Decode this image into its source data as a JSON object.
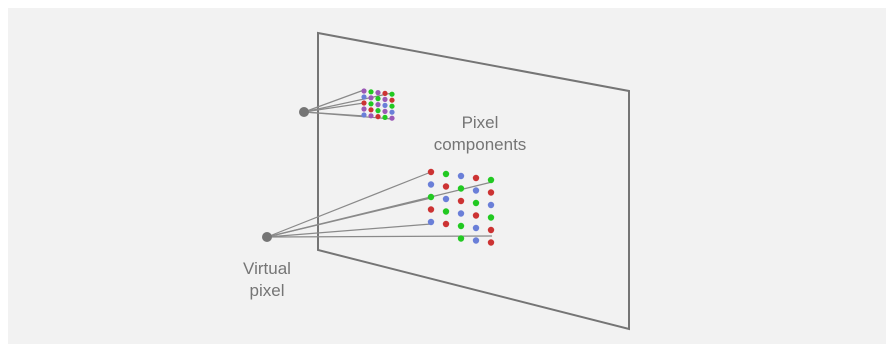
{
  "labels": {
    "components": [
      "Pixel",
      "components"
    ],
    "virtual": [
      "Virtual",
      "pixel"
    ]
  },
  "colors": {
    "background": "#f2f2f2",
    "page_border": "#ffffff",
    "plane_stroke": "#757575",
    "ray_stroke": "#8a8a8a",
    "apex_fill": "#757575",
    "label_text": "#757575",
    "red": "#cc3333",
    "green": "#22c922",
    "blue": "#6a7fd8",
    "purple": "#9b59b6"
  },
  "small_grid_pattern": [
    [
      "purple",
      "green",
      "purple",
      "red",
      "green"
    ],
    [
      "blue",
      "purple",
      "green",
      "purple",
      "red"
    ],
    [
      "red",
      "green",
      "purple",
      "blue",
      "green"
    ],
    [
      "purple",
      "red",
      "green",
      "purple",
      "blue"
    ],
    [
      "blue",
      "purple",
      "red",
      "green",
      "purple"
    ]
  ],
  "large_grid_pattern": [
    [
      "red",
      "green",
      "blue",
      "red",
      "green"
    ],
    [
      "blue",
      "red",
      "green",
      "blue",
      "red"
    ],
    [
      "green",
      "blue",
      "red",
      "green",
      "blue"
    ],
    [
      "red",
      "green",
      "blue",
      "red",
      "green"
    ],
    [
      "blue",
      "red",
      "green",
      "blue",
      "red"
    ],
    [
      "",
      "",
      "green",
      "blue",
      "red"
    ]
  ]
}
